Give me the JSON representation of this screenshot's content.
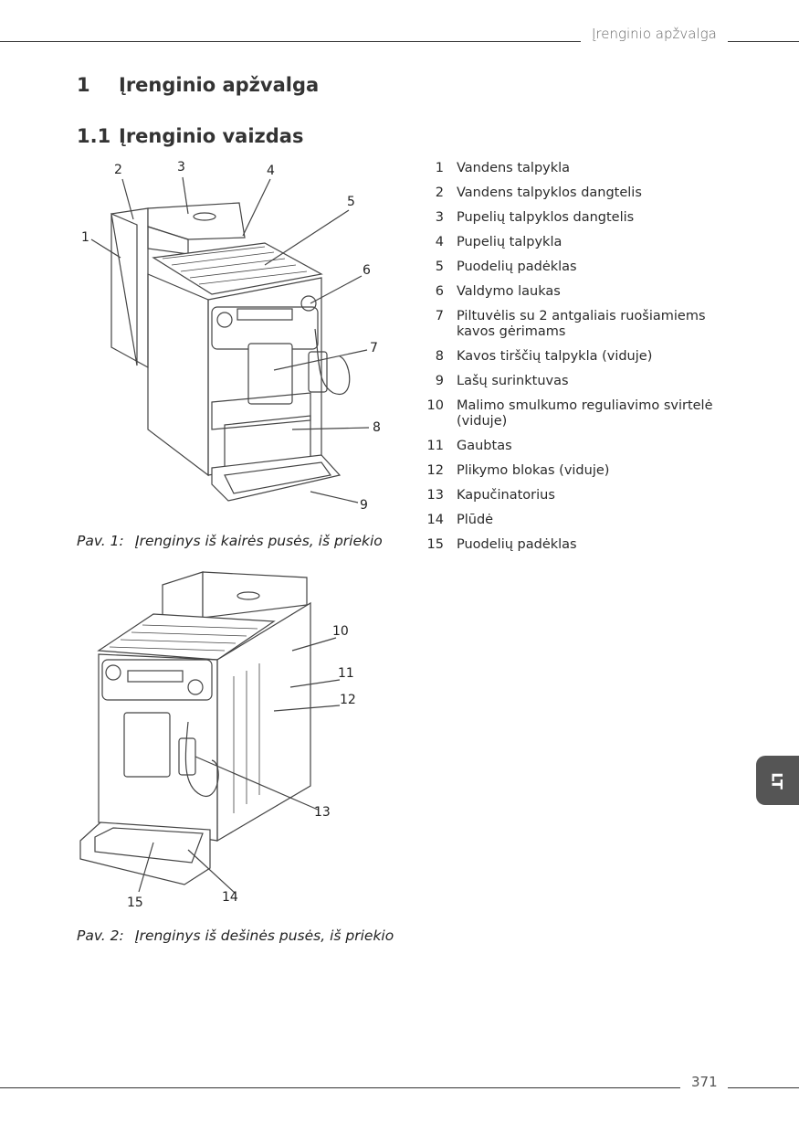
{
  "header": {
    "running_title": "Įrenginio apžvalga"
  },
  "headings": {
    "h1": {
      "num": "1",
      "title": "Įrenginio apžvalga"
    },
    "h2": {
      "num": "1.1",
      "title": "Įrenginio vaizdas"
    }
  },
  "figures": [
    {
      "label": "Pav. 1:",
      "caption": "Įrenginys iš kairės pusės, iš priekio",
      "callouts": [
        "1",
        "2",
        "3",
        "4",
        "5",
        "6",
        "7",
        "8",
        "9"
      ]
    },
    {
      "label": "Pav. 2:",
      "caption": "Įrenginys iš dešinės pusės, iš priekio",
      "callouts": [
        "10",
        "11",
        "12",
        "13",
        "14",
        "15"
      ]
    }
  ],
  "parts": [
    {
      "n": "1",
      "text": "Vandens talpykla"
    },
    {
      "n": "2",
      "text": "Vandens talpyklos dangtelis"
    },
    {
      "n": "3",
      "text": "Pupelių talpyklos dangtelis"
    },
    {
      "n": "4",
      "text": "Pupelių talpykla"
    },
    {
      "n": "5",
      "text": "Puodelių padėklas"
    },
    {
      "n": "6",
      "text": "Valdymo laukas"
    },
    {
      "n": "7",
      "text": "Piltuvėlis su 2 antgaliais ruošiamiems kavos gėrimams"
    },
    {
      "n": "8",
      "text": "Kavos tirščių talpykla (viduje)"
    },
    {
      "n": "9",
      "text": "Lašų surinktuvas"
    },
    {
      "n": "10",
      "text": "Malimo smulkumo reguliavimo svirtelė (viduje)"
    },
    {
      "n": "11",
      "text": "Gaubtas"
    },
    {
      "n": "12",
      "text": "Plikymo blokas (viduje)"
    },
    {
      "n": "13",
      "text": "Kapučinatorius"
    },
    {
      "n": "14",
      "text": "Plūdė"
    },
    {
      "n": "15",
      "text": "Puodelių padėklas"
    }
  ],
  "side_tab": {
    "label": "LT"
  },
  "footer": {
    "page_number": "371"
  }
}
